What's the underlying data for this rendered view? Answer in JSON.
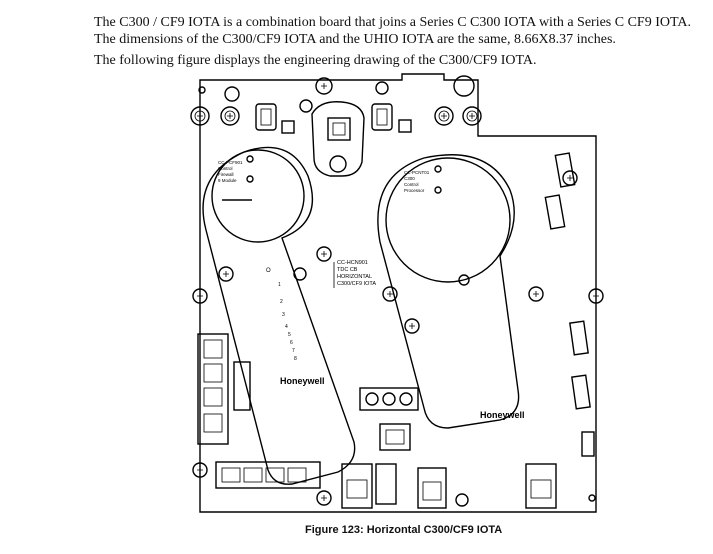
{
  "intro_paragraph": "The C300 / CF9 IOTA is a combination board that joins a Series C C300 IOTA with a Series C CF9 IOTA. The dimensions of the C300/CF9 IOTA and the UHIO IOTA are the same, 8.66X8.37 inches.",
  "figure_intro": "The following figure displays the engineering drawing of the C300/CF9 IOTA.",
  "drawing": {
    "left_module_label": [
      "CC-PCF901",
      "Control",
      "Firewall",
      "9 Module"
    ],
    "right_module_label": [
      "CC-PCNT01",
      "C300",
      "Control",
      "Processor"
    ],
    "board_label": [
      "CC-HCN901",
      "TDC CB",
      "HORIZONTAL",
      "C300/CF9 IOTA"
    ],
    "led_numbers": [
      "1",
      "2",
      "3",
      "4",
      "5",
      "6",
      "7",
      "8"
    ],
    "brand_left": "Honeywell",
    "brand_right": "Honeywell"
  },
  "figure_caption": "Figure 123: Horizontal C300/CF9 IOTA"
}
